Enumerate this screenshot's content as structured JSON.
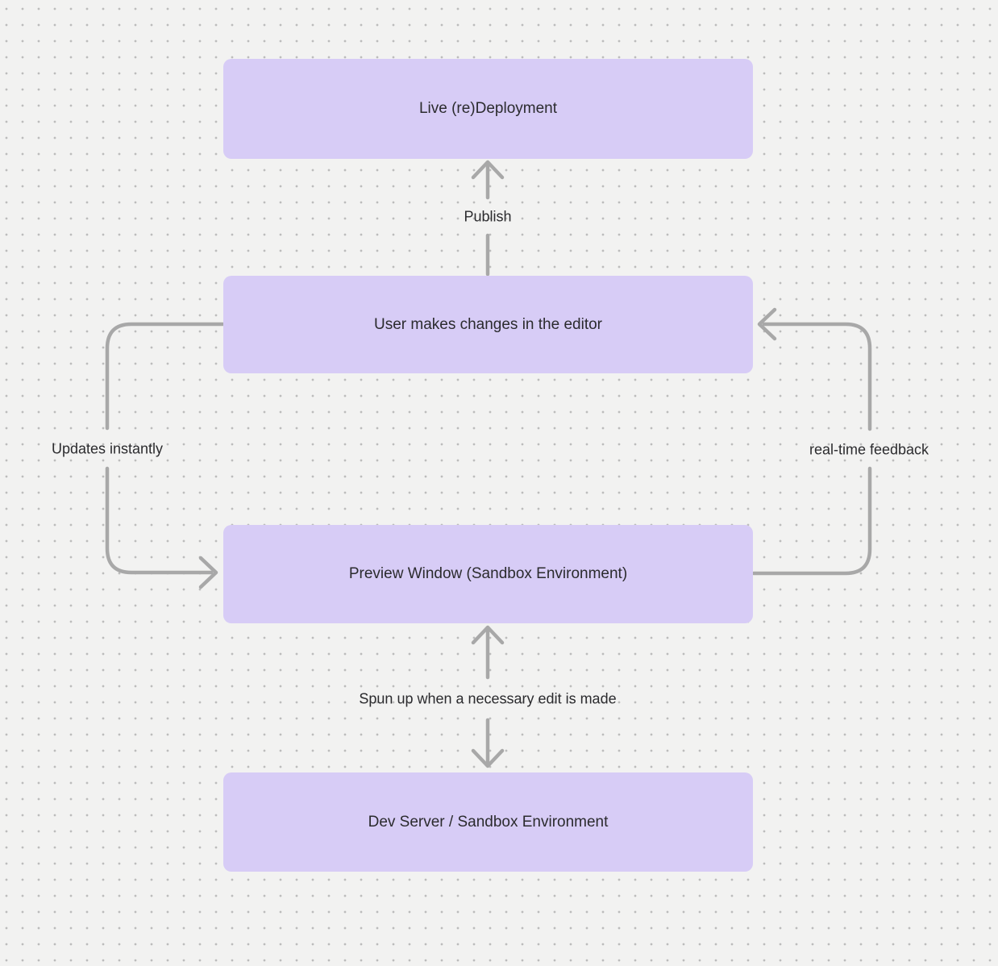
{
  "canvas": {
    "background_color": "#f2f2f1",
    "dot_color": "#bcbcbc",
    "node_fill_color": "#d7ccf6",
    "arrow_color": "#a8a8a8",
    "text_color": "#2b2b2e"
  },
  "diagram": {
    "nodes": [
      {
        "id": "live-redeployment",
        "label": "Live (re)Deployment"
      },
      {
        "id": "user-editor",
        "label": "User makes changes in the editor"
      },
      {
        "id": "preview-window",
        "label": "Preview Window (Sandbox Environment)"
      },
      {
        "id": "dev-server",
        "label": "Dev Server / Sandbox Environment"
      }
    ],
    "edges": [
      {
        "id": "publish",
        "label": "Publish",
        "from": "user-editor",
        "to": "live-redeployment",
        "direction": "up"
      },
      {
        "id": "updates-instantly",
        "label": "Updates instantly",
        "from": "user-editor",
        "to": "preview-window",
        "direction": "left-loop-down"
      },
      {
        "id": "real-time-feedback",
        "label": "real-time feedback",
        "from": "preview-window",
        "to": "user-editor",
        "direction": "right-loop-up"
      },
      {
        "id": "spun-up",
        "label": "Spun up when a necessary edit is made",
        "from": "dev-server",
        "to": "preview-window",
        "direction": "bidirectional-vertical"
      }
    ]
  }
}
